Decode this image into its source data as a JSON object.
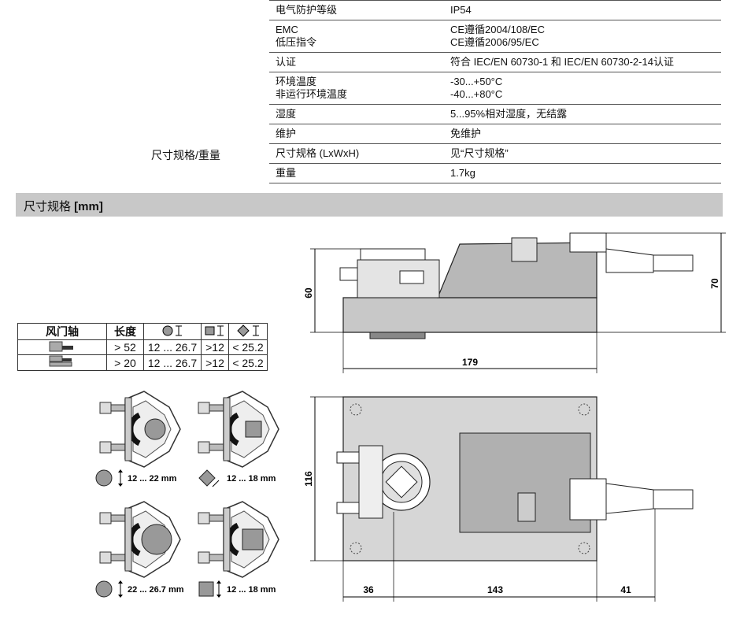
{
  "specs": [
    {
      "k": "电气防护等级",
      "v": "IP54"
    },
    {
      "k": "EMC\n低压指令",
      "v": "CE遵循2004/108/EC\nCE遵循2006/95/EC"
    },
    {
      "k": "认证",
      "v": "符合 IEC/EN 60730-1 和 IEC/EN 60730-2-14认证"
    },
    {
      "k": "环境温度\n非运行环境温度",
      "v": "-30...+50°C\n-40...+80°C"
    },
    {
      "k": "湿度",
      "v": "5...95%相对湿度，无结露"
    },
    {
      "k": "维护",
      "v": "免维护"
    },
    {
      "k": "尺寸规格 (LxWxH)",
      "v": "见“尺寸规格”"
    },
    {
      "k": "重量",
      "v": "1.7kg"
    }
  ],
  "side_label": "尺寸规格/重量",
  "section": {
    "title_prefix": "尺寸规格 ",
    "title_bold": "[mm]"
  },
  "shaft_table": {
    "headers": [
      "风门轴",
      "长度",
      "",
      "",
      ""
    ],
    "rows": [
      [
        ">52",
        "12 ... 26.7",
        ">12",
        "< 25.2"
      ],
      [
        ">20",
        "12 ... 26.7",
        ">12",
        "< 25.2"
      ]
    ],
    "row_length_prefix": "> "
  },
  "shaft_labels": {
    "round_small": "12 ... 22 mm",
    "square_diamond": "12 ... 18 mm",
    "round_large": "22 ... 26.7 mm",
    "square": "12 ... 18 mm"
  },
  "dimensions": {
    "height_a": "60",
    "height_b": "70",
    "length": "179",
    "width": "116",
    "left_seg": "36",
    "mid_seg": "143",
    "right_seg": "41"
  }
}
